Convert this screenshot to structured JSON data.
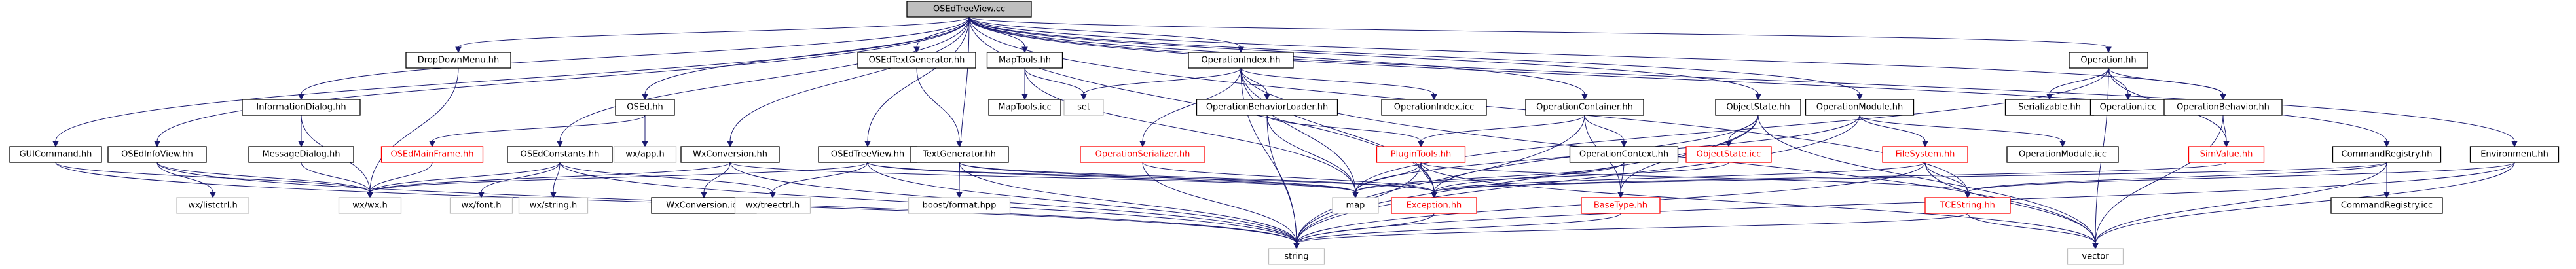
{
  "title": "OSEdTreeView.cc",
  "colors": {
    "edge": "#191970",
    "node_border": "#000000",
    "node_fill": "#ffffff",
    "root_fill": "#bfbfbf",
    "missing_border": "#bfbfbf",
    "error_border": "#ff0000",
    "text_normal": "#000000",
    "text_error": "#ff0000"
  },
  "nodes": [
    {
      "id": "root",
      "label": "OSEdTreeView.cc",
      "style": "root"
    },
    {
      "id": "guicommand",
      "label": "GUICommand.hh",
      "style": "normal"
    },
    {
      "id": "osedinfoview",
      "label": "OSEdInfoView.hh",
      "style": "normal"
    },
    {
      "id": "informationdialog",
      "label": "InformationDialog.hh",
      "style": "normal"
    },
    {
      "id": "messagedialog",
      "label": "MessageDialog.hh",
      "style": "normal"
    },
    {
      "id": "dropdownmenu",
      "label": "DropDownMenu.hh",
      "style": "normal"
    },
    {
      "id": "osedconstants",
      "label": "OSEdConstants.hh",
      "style": "normal"
    },
    {
      "id": "osedmainframe",
      "label": "OSEdMainFrame.hh",
      "style": "error"
    },
    {
      "id": "osed",
      "label": "OSEd.hh",
      "style": "normal"
    },
    {
      "id": "wxapp",
      "label": "wx/app.h",
      "style": "missing"
    },
    {
      "id": "wxconversion",
      "label": "WxConversion.hh",
      "style": "normal"
    },
    {
      "id": "wxconversionicc",
      "label": "WxConversion.icc",
      "style": "normal"
    },
    {
      "id": "wxwx",
      "label": "wx/wx.h",
      "style": "missing"
    },
    {
      "id": "wxlistctrl",
      "label": "wx/listctrl.h",
      "style": "missing"
    },
    {
      "id": "wxfont",
      "label": "wx/font.h",
      "style": "missing"
    },
    {
      "id": "wxstring",
      "label": "wx/string.h",
      "style": "missing"
    },
    {
      "id": "wxtreectrl",
      "label": "wx/treectrl.h",
      "style": "missing"
    },
    {
      "id": "osedtreeviewhh",
      "label": "OSEdTreeView.hh",
      "style": "normal"
    },
    {
      "id": "osedtextgenerator",
      "label": "OSEdTextGenerator.hh",
      "style": "normal"
    },
    {
      "id": "textgenerator",
      "label": "TextGenerator.hh",
      "style": "normal"
    },
    {
      "id": "boostformat",
      "label": "boost/format.hpp",
      "style": "missing"
    },
    {
      "id": "maptools",
      "label": "MapTools.hh",
      "style": "normal"
    },
    {
      "id": "maptoolsicc",
      "label": "MapTools.icc",
      "style": "normal"
    },
    {
      "id": "set",
      "label": "set",
      "style": "missing"
    },
    {
      "id": "operationindex",
      "label": "OperationIndex.hh",
      "style": "normal"
    },
    {
      "id": "operationserializer",
      "label": "OperationSerializer.hh",
      "style": "error"
    },
    {
      "id": "operationbehaviorloader",
      "label": "OperationBehaviorLoader.hh",
      "style": "normal"
    },
    {
      "id": "operationindexicc",
      "label": "OperationIndex.icc",
      "style": "normal"
    },
    {
      "id": "plugintools",
      "label": "PluginTools.hh",
      "style": "error"
    },
    {
      "id": "operationcontainer",
      "label": "OperationContainer.hh",
      "style": "normal"
    },
    {
      "id": "operationcontext",
      "label": "OperationContext.hh",
      "style": "normal"
    },
    {
      "id": "objectstate",
      "label": "ObjectState.hh",
      "style": "normal"
    },
    {
      "id": "objectstateicc",
      "label": "ObjectState.icc",
      "style": "error"
    },
    {
      "id": "operationmodule",
      "label": "OperationModule.hh",
      "style": "normal"
    },
    {
      "id": "filesystem",
      "label": "FileSystem.hh",
      "style": "error"
    },
    {
      "id": "operationmoduleicc",
      "label": "OperationModule.icc",
      "style": "normal"
    },
    {
      "id": "operation",
      "label": "Operation.hh",
      "style": "normal"
    },
    {
      "id": "serializable",
      "label": "Serializable.hh",
      "style": "normal"
    },
    {
      "id": "operationicc",
      "label": "Operation.icc",
      "style": "normal"
    },
    {
      "id": "operationbehavior",
      "label": "OperationBehavior.hh",
      "style": "normal"
    },
    {
      "id": "simvalue",
      "label": "SimValue.hh",
      "style": "error"
    },
    {
      "id": "commandregistry",
      "label": "CommandRegistry.hh",
      "style": "normal"
    },
    {
      "id": "commandregistryicc",
      "label": "CommandRegistry.icc",
      "style": "normal"
    },
    {
      "id": "environment",
      "label": "Environment.hh",
      "style": "normal"
    },
    {
      "id": "map",
      "label": "map",
      "style": "missing"
    },
    {
      "id": "exception",
      "label": "Exception.hh",
      "style": "error"
    },
    {
      "id": "basetype",
      "label": "BaseType.hh",
      "style": "error"
    },
    {
      "id": "tcestring",
      "label": "TCEString.hh",
      "style": "error"
    },
    {
      "id": "string",
      "label": "string",
      "style": "missing"
    },
    {
      "id": "vector",
      "label": "vector",
      "style": "missing"
    }
  ],
  "edges": [
    [
      "root",
      "guicommand"
    ],
    [
      "root",
      "osedinfoview"
    ],
    [
      "root",
      "informationdialog"
    ],
    [
      "root",
      "dropdownmenu"
    ],
    [
      "root",
      "osedconstants"
    ],
    [
      "root",
      "osed"
    ],
    [
      "root",
      "wxconversion"
    ],
    [
      "root",
      "osedtreeviewhh"
    ],
    [
      "root",
      "osedtextgenerator"
    ],
    [
      "root",
      "maptools"
    ],
    [
      "root",
      "operationindex"
    ],
    [
      "root",
      "operationcontainer"
    ],
    [
      "root",
      "objectstate"
    ],
    [
      "root",
      "operationmodule"
    ],
    [
      "root",
      "operation"
    ],
    [
      "root",
      "operationbehavior"
    ],
    [
      "root",
      "commandregistry"
    ],
    [
      "root",
      "environment"
    ],
    [
      "root",
      "boostformat"
    ],
    [
      "root",
      "tcestring"
    ],
    [
      "root",
      "exception"
    ],
    [
      "guicommand",
      "wxwx"
    ],
    [
      "guicommand",
      "string"
    ],
    [
      "osedinfoview",
      "wxwx"
    ],
    [
      "osedinfoview",
      "wxlistctrl"
    ],
    [
      "osedinfoview",
      "string"
    ],
    [
      "informationdialog",
      "messagedialog"
    ],
    [
      "informationdialog",
      "wxwx"
    ],
    [
      "messagedialog",
      "wxwx"
    ],
    [
      "dropdownmenu",
      "wxwx"
    ],
    [
      "osedconstants",
      "wxwx"
    ],
    [
      "osedconstants",
      "wxfont"
    ],
    [
      "osedconstants",
      "wxstring"
    ],
    [
      "osedconstants",
      "string"
    ],
    [
      "osedconstants",
      "wxtreectrl"
    ],
    [
      "osed",
      "osedmainframe"
    ],
    [
      "osed",
      "wxapp"
    ],
    [
      "osedmainframe",
      "wxwx"
    ],
    [
      "wxconversion",
      "wxconversionicc"
    ],
    [
      "wxconversion",
      "wxwx"
    ],
    [
      "wxconversion",
      "string"
    ],
    [
      "wxconversion",
      "map"
    ],
    [
      "osedtreeviewhh",
      "wxwx"
    ],
    [
      "osedtreeviewhh",
      "wxtreectrl"
    ],
    [
      "osedtreeviewhh",
      "string"
    ],
    [
      "osedtreeviewhh",
      "map"
    ],
    [
      "osedtreeviewhh",
      "exception"
    ],
    [
      "osedtextgenerator",
      "textgenerator"
    ],
    [
      "textgenerator",
      "boostformat"
    ],
    [
      "textgenerator",
      "string"
    ],
    [
      "textgenerator",
      "map"
    ],
    [
      "textgenerator",
      "exception"
    ],
    [
      "maptools",
      "maptoolsicc"
    ],
    [
      "maptools",
      "set"
    ],
    [
      "maptools",
      "map"
    ],
    [
      "operationindex",
      "operationserializer"
    ],
    [
      "operationindex",
      "operationbehaviorloader"
    ],
    [
      "operationindex",
      "operationindexicc"
    ],
    [
      "operationindex",
      "set"
    ],
    [
      "operationindex",
      "map"
    ],
    [
      "operationindex",
      "string"
    ],
    [
      "operationindex",
      "vector"
    ],
    [
      "operationindex",
      "exception"
    ],
    [
      "operationserializer",
      "exception"
    ],
    [
      "operationserializer",
      "string"
    ],
    [
      "operationbehaviorloader",
      "plugintools"
    ],
    [
      "operationbehaviorloader",
      "map"
    ],
    [
      "operationbehaviorloader",
      "string"
    ],
    [
      "plugintools",
      "exception"
    ],
    [
      "plugintools",
      "map"
    ],
    [
      "plugintools",
      "string"
    ],
    [
      "plugintools",
      "vector"
    ],
    [
      "plugintools",
      "tcestring"
    ],
    [
      "operationcontainer",
      "operationcontext"
    ],
    [
      "operationcontainer",
      "plugintools"
    ],
    [
      "operationcontainer",
      "basetype"
    ],
    [
      "operationcontainer",
      "string"
    ],
    [
      "operationcontext",
      "basetype"
    ],
    [
      "operationcontext",
      "map"
    ],
    [
      "operationcontext",
      "exception"
    ],
    [
      "objectstate",
      "objectstateicc"
    ],
    [
      "objectstate",
      "exception"
    ],
    [
      "objectstate",
      "string"
    ],
    [
      "objectstate",
      "vector"
    ],
    [
      "objectstate",
      "basetype"
    ],
    [
      "objectstateicc",
      "map"
    ],
    [
      "operationmodule",
      "filesystem"
    ],
    [
      "operationmodule",
      "operationmoduleicc"
    ],
    [
      "operationmodule",
      "string"
    ],
    [
      "operationmodule",
      "map"
    ],
    [
      "filesystem",
      "exception"
    ],
    [
      "filesystem",
      "tcestring"
    ],
    [
      "filesystem",
      "string"
    ],
    [
      "filesystem",
      "vector"
    ],
    [
      "operation",
      "serializable"
    ],
    [
      "operation",
      "operationicc"
    ],
    [
      "operation",
      "operationbehavior"
    ],
    [
      "operation",
      "simvalue"
    ],
    [
      "operation",
      "map"
    ],
    [
      "operation",
      "vector"
    ],
    [
      "operationbehavior",
      "simvalue"
    ],
    [
      "operationbehavior",
      "vector"
    ],
    [
      "simvalue",
      "exception"
    ],
    [
      "commandregistry",
      "commandregistryicc"
    ],
    [
      "commandregistry",
      "tcestring"
    ],
    [
      "commandregistry",
      "exception"
    ],
    [
      "commandregistry",
      "vector"
    ],
    [
      "environment",
      "string"
    ],
    [
      "environment",
      "vector"
    ],
    [
      "environment",
      "tcestring"
    ],
    [
      "exception",
      "string"
    ],
    [
      "basetype",
      "string"
    ],
    [
      "tcestring",
      "string"
    ],
    [
      "tcestring",
      "vector"
    ]
  ]
}
